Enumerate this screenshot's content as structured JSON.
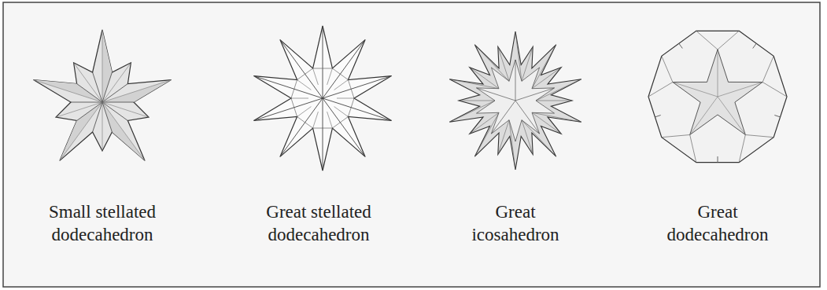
{
  "diagram": {
    "labels": [
      "Small stellated dodecahedron",
      "Great stellated dodecahedron",
      "Great icosahedron",
      "Great dodecahedron"
    ]
  }
}
